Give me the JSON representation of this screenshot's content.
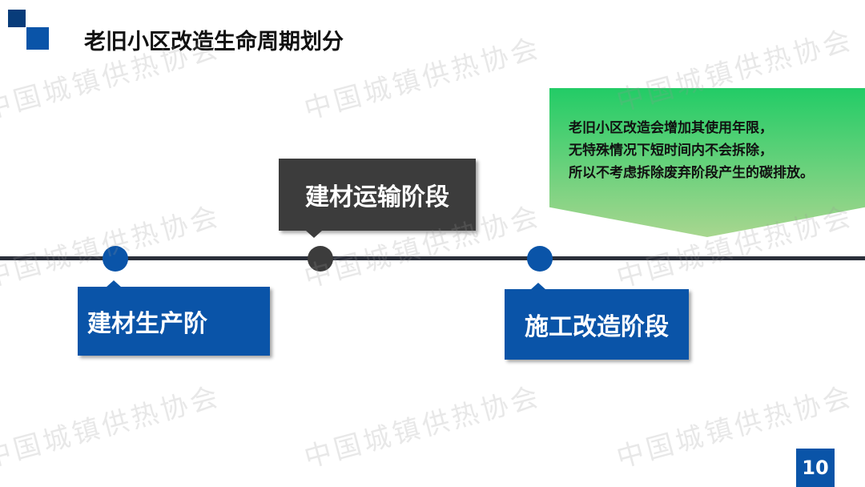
{
  "title": "老旧小区改造生命周期划分",
  "watermark": "中国城镇供热协会",
  "stages": [
    {
      "label": "建材生产阶"
    },
    {
      "label": "建材运输阶段"
    },
    {
      "label": "施工改造阶段"
    }
  ],
  "note": {
    "lines": [
      "老旧小区改造会增加其使用年限，",
      "无特殊情况下短时间内不会拆除，",
      "所以不考虑拆除废弃阶段产生的碳排放。"
    ]
  },
  "page_number": "10",
  "colors": {
    "blue": "#0a54a8",
    "dark_blue": "#083c7a",
    "gray": "#3c3c3c",
    "green_top": "#22cc66",
    "green_bottom": "#a8d68f"
  }
}
